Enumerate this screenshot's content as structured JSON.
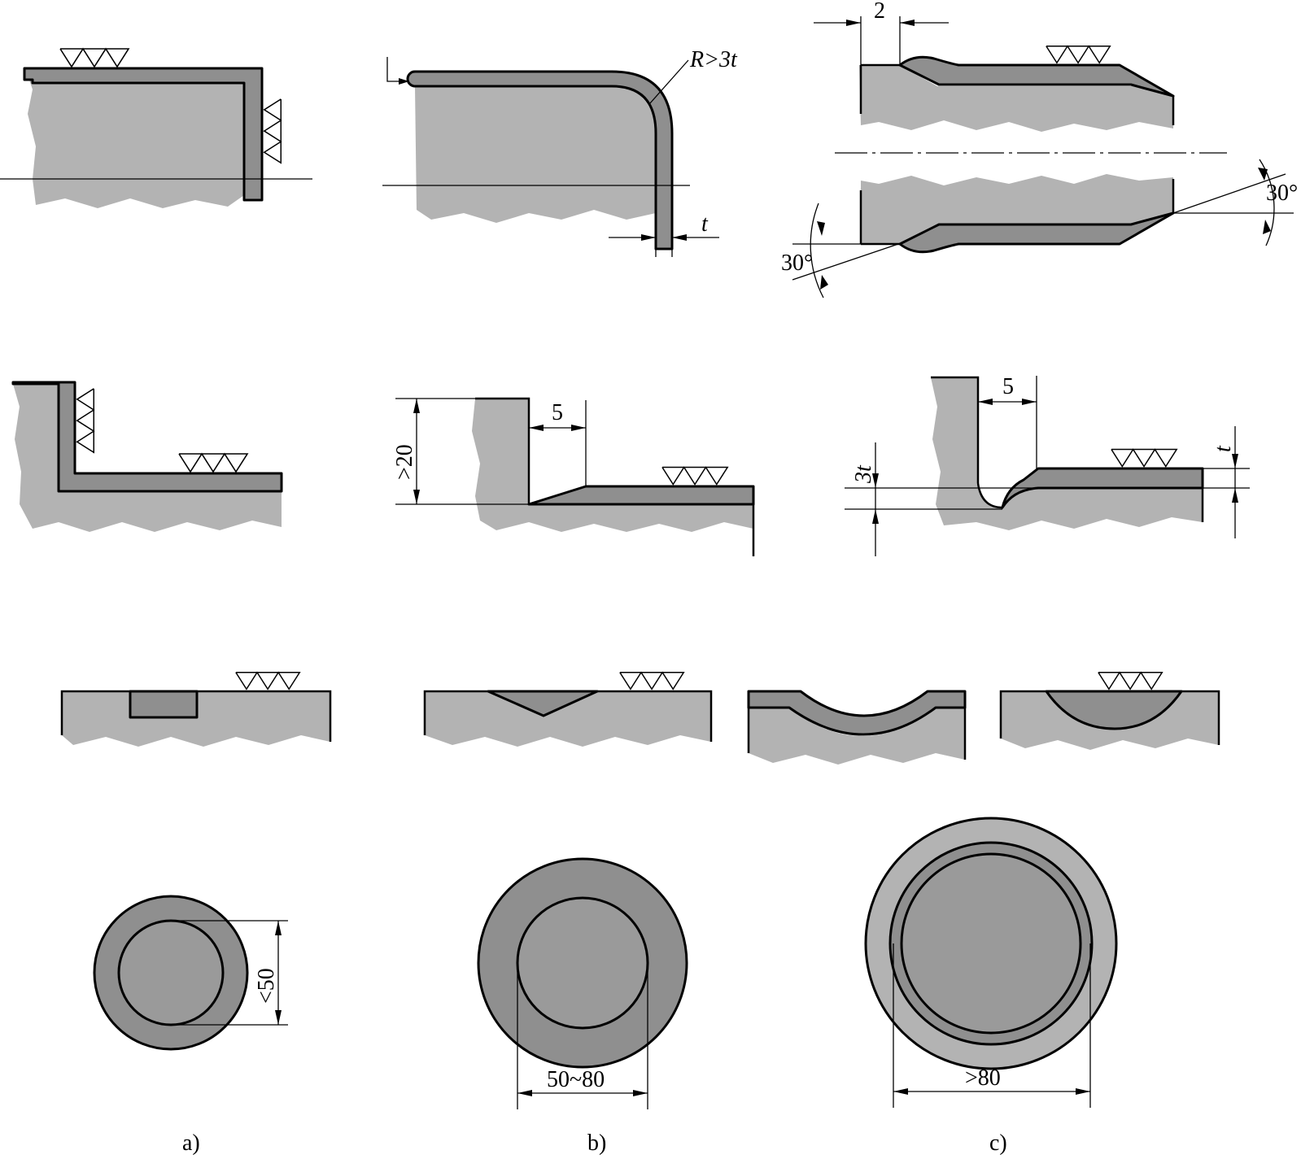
{
  "dimensions": {
    "top_right_offset": "2",
    "bend_radius": "R>3t",
    "bend_thickness": "t",
    "chamfer_angle_right": "30°",
    "chamfer_angle_left": "30°",
    "vertical_height": ">20",
    "step_width_b": "5",
    "step_width_c": "5",
    "undercut_depth": "3t",
    "coating_thickness": "t",
    "circle_a": "<50",
    "circle_b": "50~80",
    "circle_c": ">80"
  },
  "captions": {
    "a": "a)",
    "b": "b)",
    "c": "c)"
  },
  "colors": {
    "base_material": "#b3b3b3",
    "coating": "#8f8f8f",
    "lines": "#000000"
  }
}
